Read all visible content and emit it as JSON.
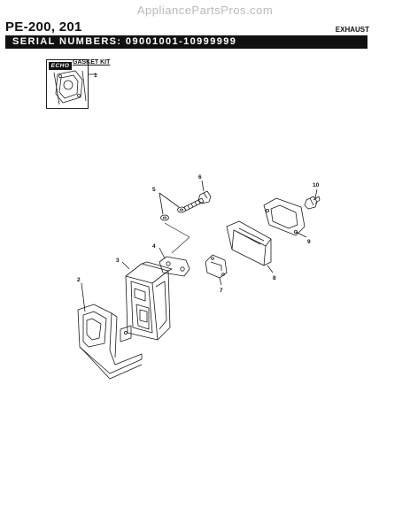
{
  "watermark": "AppliancePartsPros.com",
  "header": {
    "model": "PE-200, 201",
    "section": "EXHAUST",
    "serial_numbers": "SERIAL NUMBERS: 09001001-10999999"
  },
  "kit": {
    "brand": "ECHO",
    "label": "GASKET KIT",
    "number": "1"
  },
  "callouts": [
    "2",
    "3",
    "4",
    "5",
    "6",
    "7",
    "8",
    "9",
    "10"
  ]
}
